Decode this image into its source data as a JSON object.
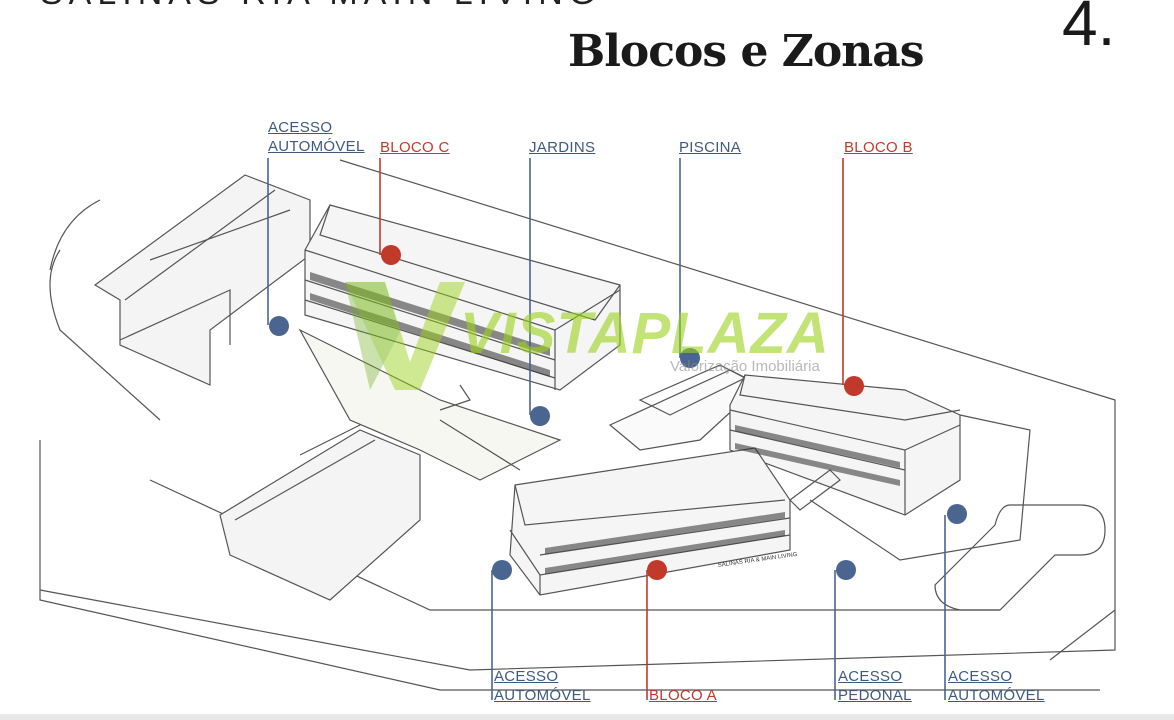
{
  "header": {
    "cropped_text": "SALINAS RIA MAIN LIVING",
    "title": "Blocos e Zonas",
    "page_number": "4."
  },
  "watermark": {
    "brand": "VISTAPLAZA",
    "tagline": "Valorização Imobiliária"
  },
  "sign": {
    "text": "SALINAS RIA & MAIN LIVING"
  },
  "labels": {
    "acesso_automovel_top": [
      "ACESSO",
      "AUTOMÓVEL"
    ],
    "bloco_c": "BLOCO C",
    "jardins": "JARDINS",
    "piscina": "PISCINA",
    "bloco_b": "BLOCO B",
    "acesso_automovel_bottom_left": [
      "ACESSO",
      "AUTOMÓVEL"
    ],
    "bloco_a": "BLOCO A",
    "acesso_pedonal": [
      "ACESSO",
      "PEDONAL"
    ],
    "acesso_automovel_bottom_right": [
      "ACESSO",
      "AUTOMÓVEL"
    ]
  },
  "colors": {
    "access_zone": "#4a6590",
    "block": "#c0392b",
    "watermark": "#9ad21a"
  }
}
